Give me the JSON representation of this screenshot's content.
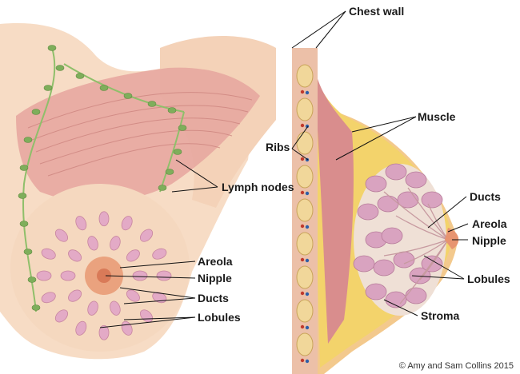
{
  "labels": {
    "chest_wall": "Chest wall",
    "muscle": "Muscle",
    "ribs": "Ribs",
    "lymph_nodes": "Lymph nodes",
    "ducts_right": "Ducts",
    "areola_right": "Areola",
    "nipple_right": "Nipple",
    "lobules_right": "Lobules",
    "stroma": "Stroma",
    "areola_left": "Areola",
    "nipple_left": "Nipple",
    "ducts_left": "Ducts",
    "lobules_left": "Lobules"
  },
  "credit": "© Amy and Sam Collins 2015",
  "colors": {
    "skin": "#f6d9c0",
    "muscle": "#d98d8d",
    "fat": "#f3d36b",
    "lobule": "#d9a3c0",
    "lymph": "#7fae5b",
    "areola": "#e79470"
  }
}
